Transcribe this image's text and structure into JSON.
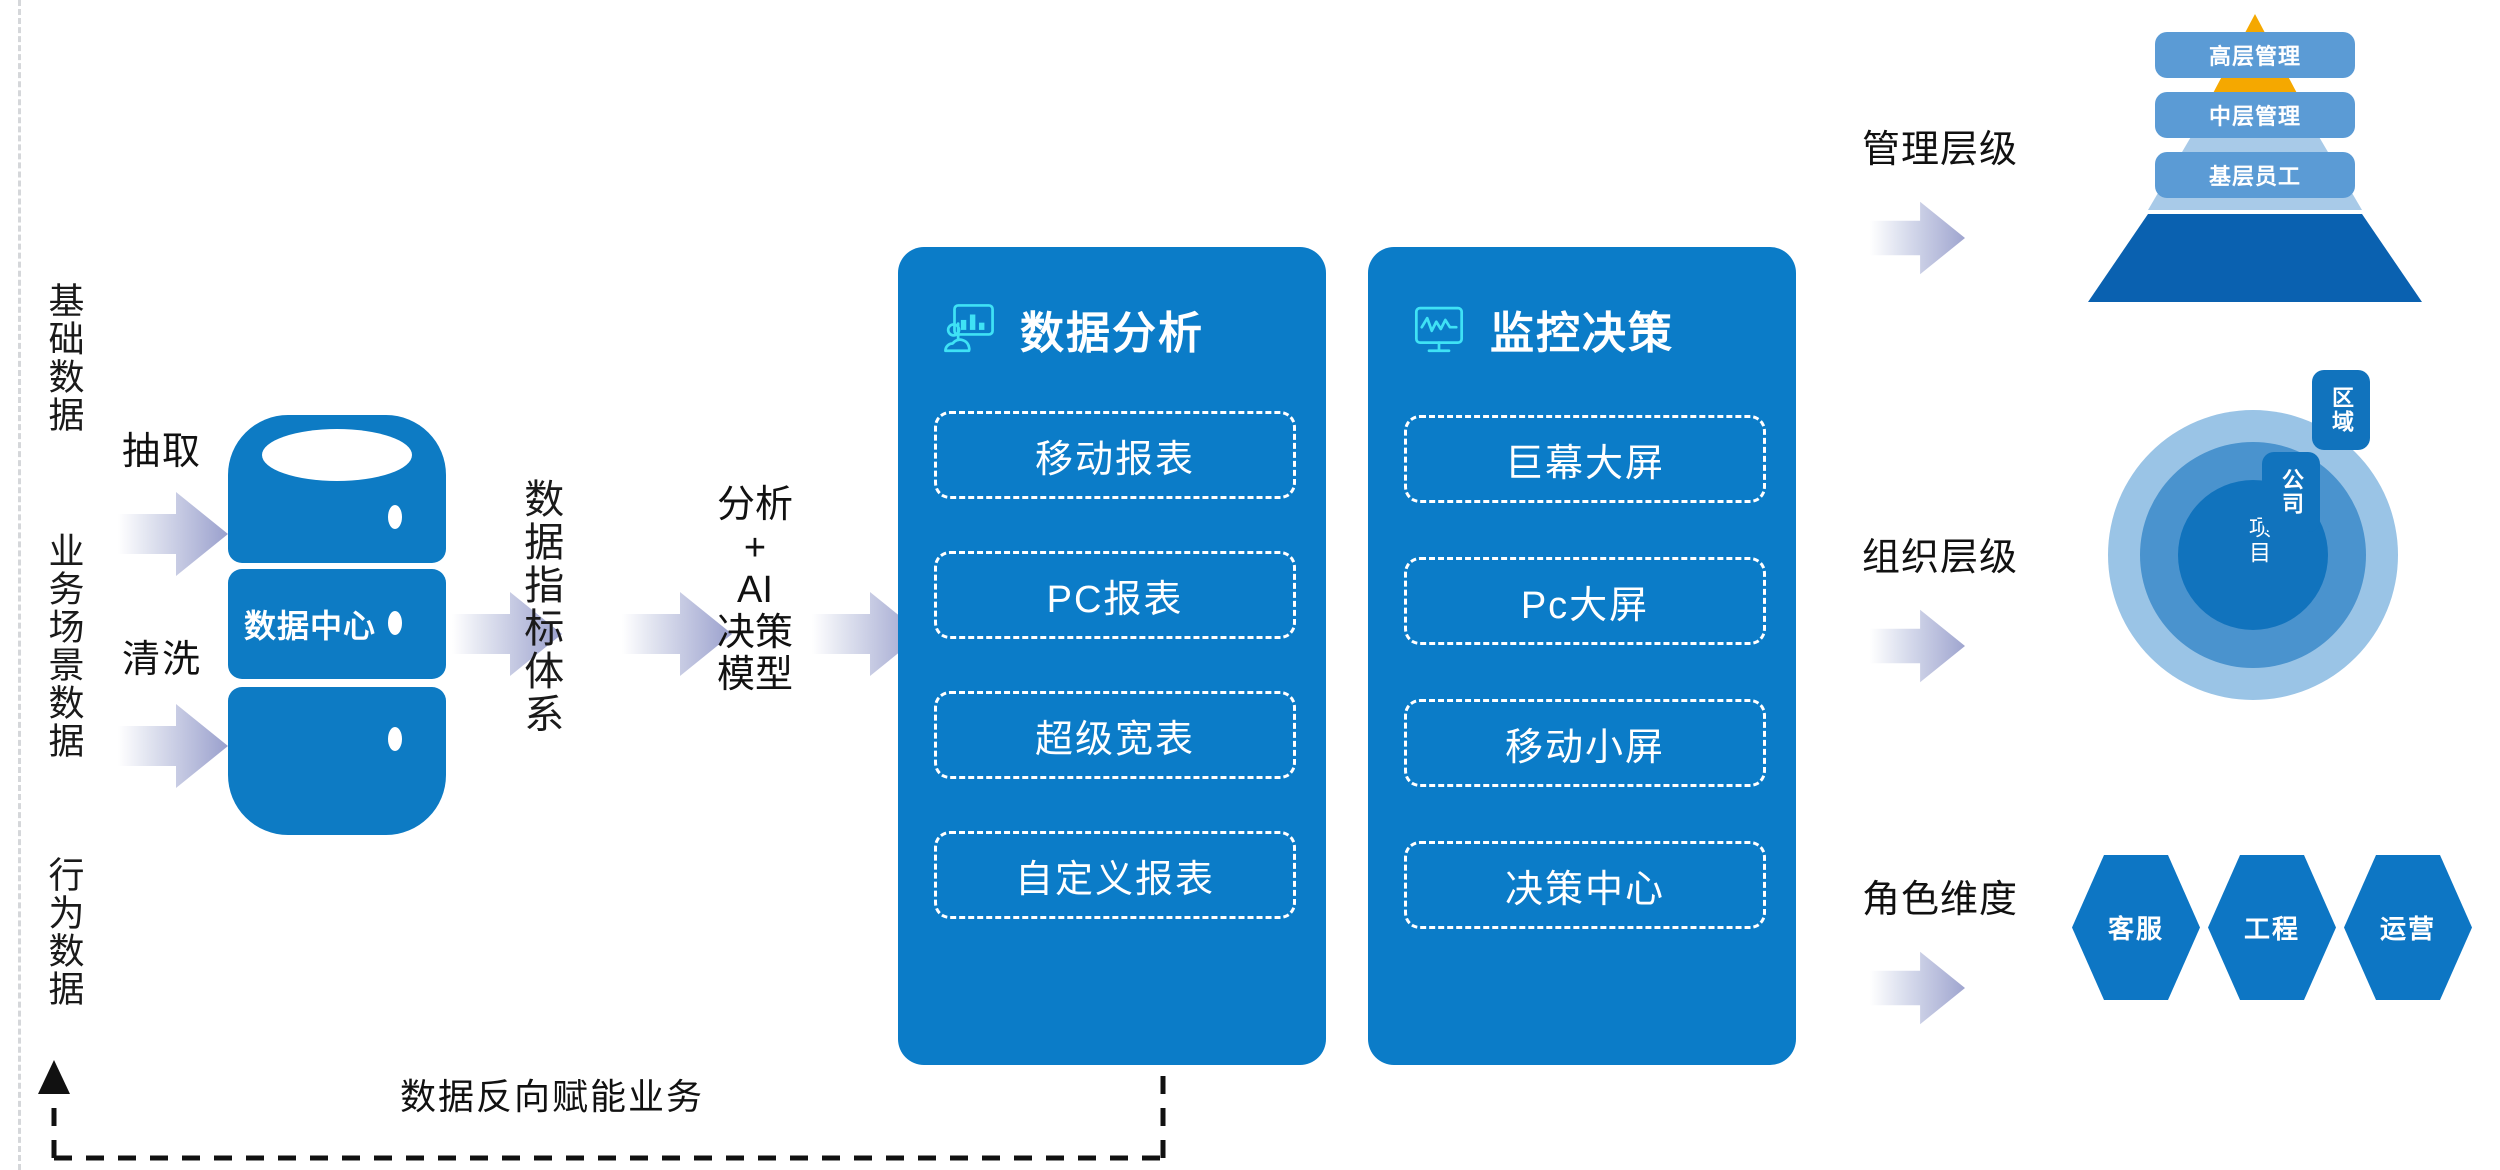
{
  "diagram": {
    "left_sources": [
      {
        "label": "基础数据"
      },
      {
        "label": "业务场景数据"
      },
      {
        "label": "行为数据"
      }
    ],
    "process_labels": {
      "extract": "抽取",
      "clean": "清洗"
    },
    "datacenter": {
      "label": "数据中心"
    },
    "mid_labels": {
      "indicator_system": "数据指标体系",
      "analysis_model": "分析\n+\nAI\n决策\n模型"
    },
    "panels": [
      {
        "title": "数据分析",
        "icon": "chart-screen-cloud-icon",
        "items": [
          {
            "label": "移动报表"
          },
          {
            "label": "PC报表"
          },
          {
            "label": "超级宽表"
          },
          {
            "label": "自定义报表"
          }
        ]
      },
      {
        "title": "监控决策",
        "icon": "monitor-waveform-icon",
        "items": [
          {
            "label": "巨幕大屏"
          },
          {
            "label": "Pc大屏"
          },
          {
            "label": "移动小屏"
          },
          {
            "label": "决策中心"
          }
        ]
      }
    ],
    "right_sections": [
      {
        "label": "管理层级",
        "type": "pyramid",
        "levels": [
          {
            "label": "高层管理",
            "color": "#f5a800"
          },
          {
            "label": "中层管理",
            "color": "#a8cae8"
          },
          {
            "label": "基层员工",
            "color": "#0a61b0"
          }
        ]
      },
      {
        "label": "组织层级",
        "type": "concentric",
        "rings": [
          {
            "label": "区域",
            "color": "#9ac4e6"
          },
          {
            "label": "公司",
            "color": "#4a93ce"
          },
          {
            "label": "项目",
            "color": "#1173bd"
          }
        ]
      },
      {
        "label": "角色维度",
        "type": "hexagons",
        "roles": [
          {
            "label": "客服"
          },
          {
            "label": "工程"
          },
          {
            "label": "运营"
          }
        ]
      }
    ],
    "feedback": {
      "label": "数据反向赋能业务"
    },
    "colors": {
      "primary_blue": "#0b7cc8",
      "db_blue": "#0d7bc4",
      "icon_cyan": "#3fe2f5",
      "arrow_violet": "#a9aed6",
      "orange": "#f5a800",
      "deep_blue": "#0a61b0",
      "light_blue": "#a8cae8"
    }
  }
}
